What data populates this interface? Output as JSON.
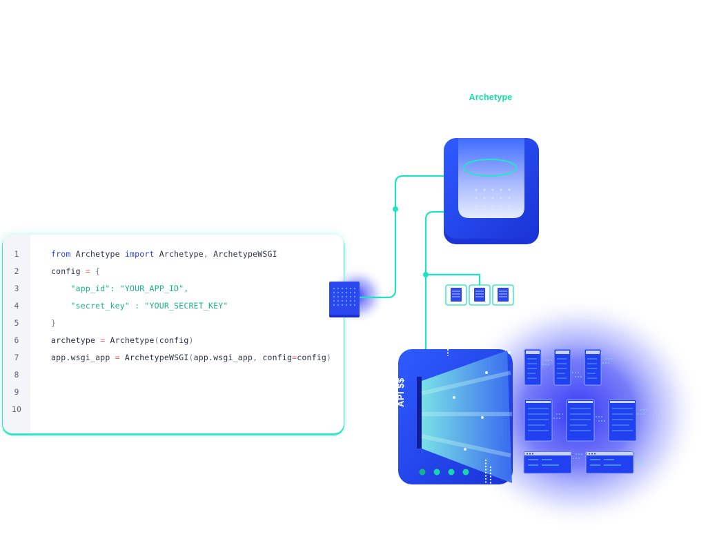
{
  "archetype_label": "Archetype",
  "api_label": "API $$",
  "code_lines": [
    {
      "n": "1",
      "parts": [
        {
          "t": "from ",
          "c": "kw"
        },
        {
          "t": "Archetype "
        },
        {
          "t": "import ",
          "c": "kw"
        },
        {
          "t": "Archetype"
        },
        {
          "t": ", ",
          "c": "pun"
        },
        {
          "t": "ArchetypeWSGI"
        }
      ]
    },
    {
      "n": "2",
      "parts": [
        {
          "t": "config "
        },
        {
          "t": "=",
          "c": "op"
        },
        {
          "t": " {",
          "c": "pun"
        }
      ]
    },
    {
      "n": "3",
      "parts": [
        {
          "t": "    \"app_id\": \"YOUR_APP_ID\",",
          "c": "str"
        }
      ]
    },
    {
      "n": "4",
      "parts": [
        {
          "t": "    \"secret_key\" : \"YOUR_SECRET_KEY\"",
          "c": "str"
        }
      ]
    },
    {
      "n": "5",
      "parts": [
        {
          "t": "}",
          "c": "pun"
        }
      ]
    },
    {
      "n": "6",
      "parts": [
        {
          "t": "archetype "
        },
        {
          "t": "=",
          "c": "op"
        },
        {
          "t": " Archetype"
        },
        {
          "t": "(",
          "c": "pun"
        },
        {
          "t": "config"
        },
        {
          "t": ")",
          "c": "pun"
        }
      ]
    },
    {
      "n": "7",
      "parts": [
        {
          "t": "app.wsgi_app "
        },
        {
          "t": "=",
          "c": "op"
        },
        {
          "t": " ArchetypeWSGI"
        },
        {
          "t": "(",
          "c": "pun"
        },
        {
          "t": "app.wsgi_app"
        },
        {
          "t": ", ",
          "c": "pun"
        },
        {
          "t": "config"
        },
        {
          "t": "=",
          "c": "op"
        },
        {
          "t": "config"
        },
        {
          "t": ")",
          "c": "pun"
        }
      ]
    },
    {
      "n": "8",
      "parts": []
    },
    {
      "n": "9",
      "parts": []
    },
    {
      "n": "10",
      "parts": []
    }
  ],
  "colors": {
    "accent": "#1fe3c0",
    "primary_blue": "#2141f0",
    "keyword": "#2f3de0",
    "string": "#17b584",
    "operator": "#ee6b6b"
  },
  "icons": [
    "chip-icon",
    "archetype-server-icon",
    "document-icon",
    "api-gateway-icon",
    "phone-icon",
    "tablet-icon",
    "browser-window-icon"
  ]
}
